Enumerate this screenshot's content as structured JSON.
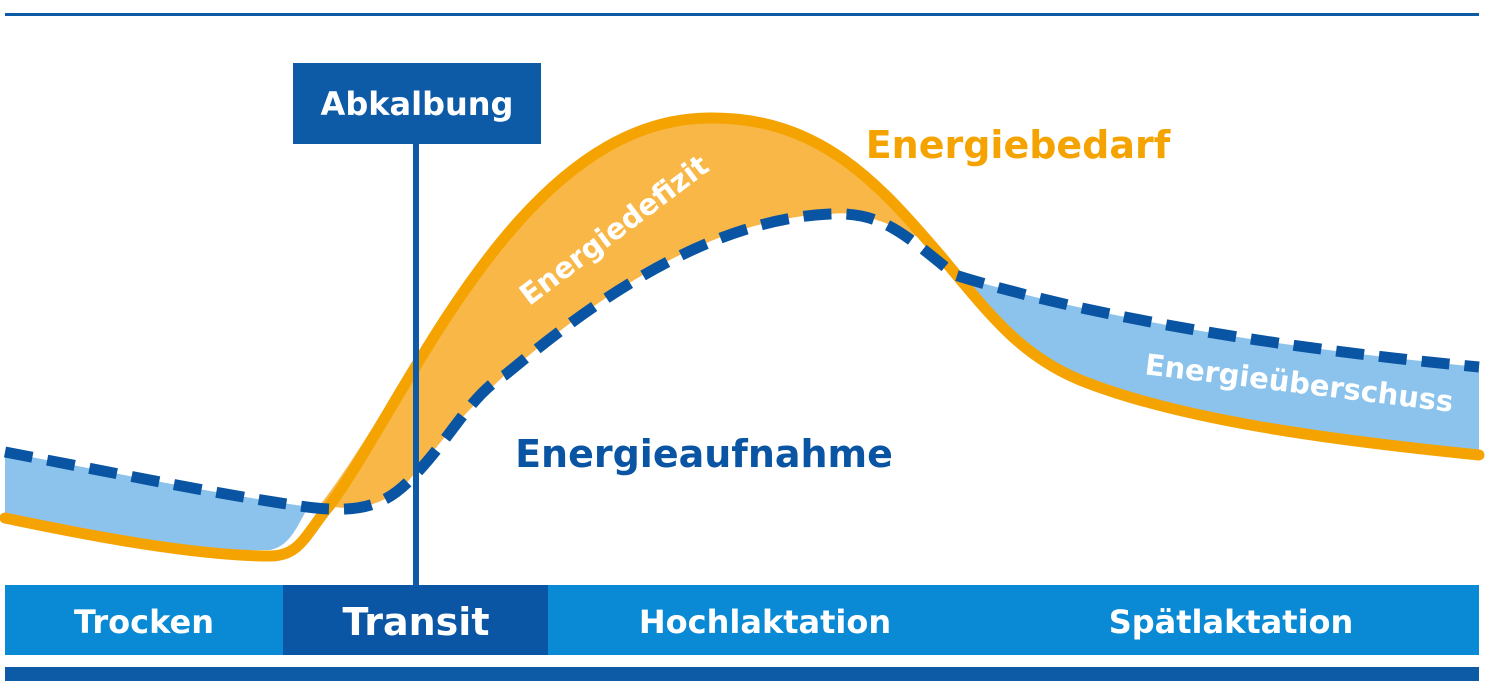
{
  "event": {
    "label": "Abkalbung"
  },
  "curves": {
    "demand_label": "Energiebedarf",
    "intake_label": "Energieaufnahme",
    "deficit_label": "Energiedefizit",
    "surplus_label": "Energieüberschuss"
  },
  "phases": [
    {
      "label": "Trocken"
    },
    {
      "label": "Transit"
    },
    {
      "label": "Hochlaktation"
    },
    {
      "label": "Spätlaktation"
    }
  ],
  "colors": {
    "navy": "#0d5aa6",
    "dark_blue": "#0a55a3",
    "phase_blue": "#0a8ad4",
    "transit_blue": "#0a56a4",
    "orange": "#f5a300",
    "orange_fill": "#f8b747",
    "light_blue_fill": "#8cc3ec",
    "white": "#ffffff"
  }
}
